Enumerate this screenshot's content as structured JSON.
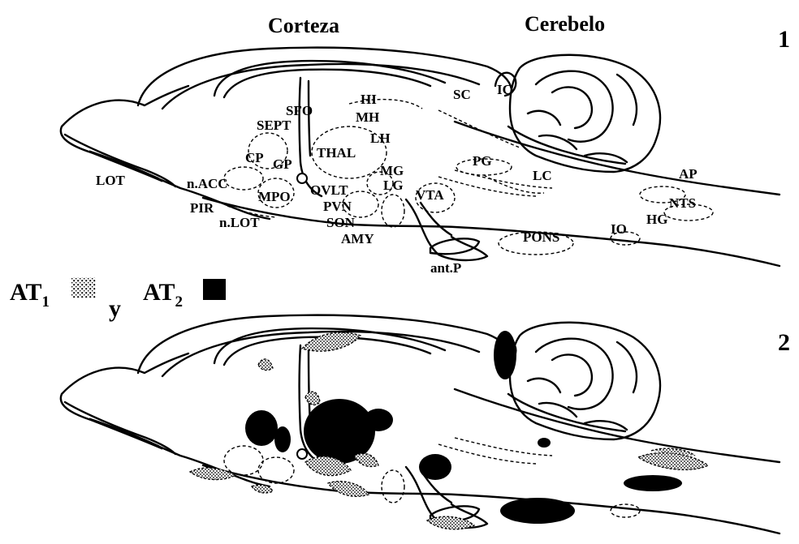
{
  "headings": {
    "cortex": "Corteza",
    "cerebellum": "Cerebelo"
  },
  "panels": [
    {
      "number": "1"
    },
    {
      "number": "2"
    }
  ],
  "legend": {
    "at1_base": "AT",
    "at1_sub": "1",
    "conjunction": "y",
    "at2_base": "AT",
    "at2_sub": "2"
  },
  "regions": {
    "lot": "LOT",
    "n_acc": "n.ACC",
    "pir": "PIR",
    "n_lot": "n.LOT",
    "mpo": "MPO",
    "cp": "CP",
    "gp": "GP",
    "sfo": "SFO",
    "sept": "SEPT",
    "hi": "HI",
    "mh": "MH",
    "lh": "LH",
    "thal": "THAL",
    "ovlt": "OVLT",
    "pvn": "PVN",
    "son": "SON",
    "amy": "AMY",
    "mg": "MG",
    "lg": "LG",
    "vta": "VTA",
    "sc": "SC",
    "ic": "IC",
    "pg": "PG",
    "lc": "LC",
    "pons": "PONS",
    "ant_p": "ant.P",
    "io": "IO",
    "hg": "HG",
    "nts": "NTS",
    "ap": "AP"
  }
}
